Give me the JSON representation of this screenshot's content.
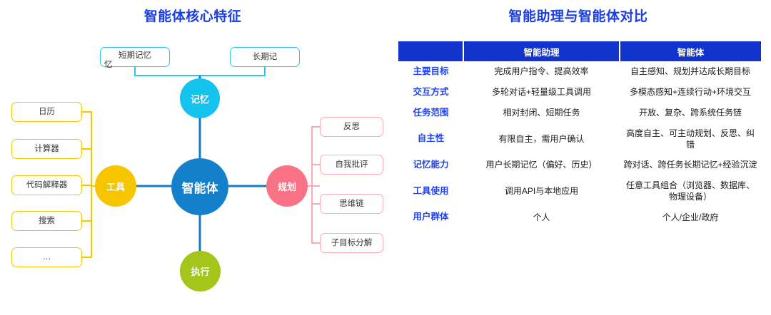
{
  "left": {
    "title": "智能体核心特征",
    "center_node": {
      "label": "智能体",
      "color": "#1480cc"
    },
    "branches": [
      {
        "key": "memory",
        "label": "记忆",
        "color": "#14c3ee",
        "leaves": [
          {
            "label": "短期记忆",
            "overflow": "忆"
          },
          {
            "label": "长期记"
          }
        ]
      },
      {
        "key": "tools",
        "label": "工具",
        "color": "#f5c500",
        "leaves": [
          {
            "label": "日历"
          },
          {
            "label": "计算器"
          },
          {
            "label": "代码解释器"
          },
          {
            "label": "搜索"
          },
          {
            "label": "…"
          }
        ]
      },
      {
        "key": "planning",
        "label": "规划",
        "color": "#fa7285",
        "leaves": [
          {
            "label": "反思"
          },
          {
            "label": "自我批评"
          },
          {
            "label": "思维链"
          },
          {
            "label": "子目标分解"
          }
        ]
      },
      {
        "key": "execution",
        "label": "执行",
        "color": "#a4c61b",
        "leaves": []
      }
    ]
  },
  "right": {
    "title": "智能助理与智能体对比",
    "table": {
      "header_bg": "#1334cc",
      "label_color": "#2244ee",
      "columns": [
        "",
        "智能助理",
        "智能体"
      ],
      "rows": [
        {
          "label": "主要目标",
          "assistant": "完成用户指令、提高效率",
          "agent": "自主感知、规划并达成长期目标"
        },
        {
          "label": "交互方式",
          "assistant": "多轮对话+轻量级工具调用",
          "agent": "多模态感知+连续行动+环境交互"
        },
        {
          "label": "任务范围",
          "assistant": "相对封闭、短期任务",
          "agent": "开放、复杂、跨系统任务链"
        },
        {
          "label": "自主性",
          "assistant": "有限自主，需用户确认",
          "agent": "高度自主、可主动规划、反思、纠错"
        },
        {
          "label": "记忆能力",
          "assistant": "用户长期记忆（偏好、历史）",
          "agent": "跨对话、跨任务长期记忆+经验沉淀"
        },
        {
          "label": "工具使用",
          "assistant": "调用API与本地应用",
          "agent": "任意工具组合（浏览器、数据库、物理设备）"
        },
        {
          "label": "用户群体",
          "assistant": "个人",
          "agent": "个人/企业/政府"
        }
      ]
    }
  }
}
